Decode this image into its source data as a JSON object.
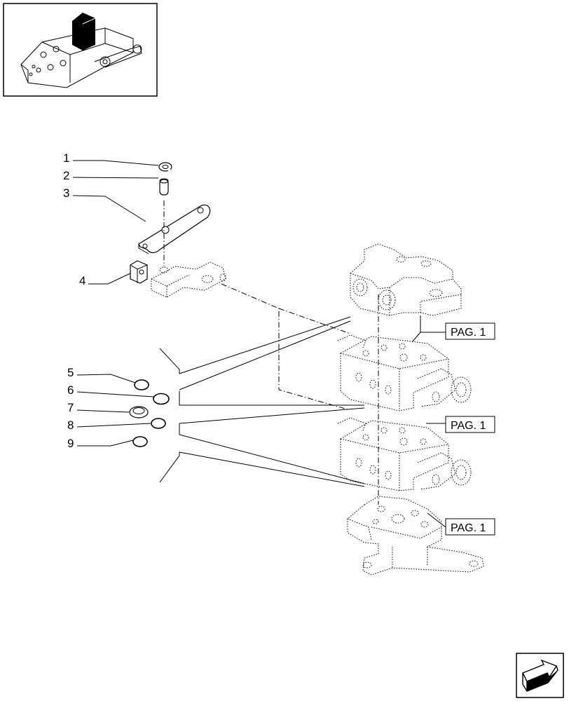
{
  "callouts": [
    {
      "number": "1"
    },
    {
      "number": "2"
    },
    {
      "number": "3"
    },
    {
      "number": "4"
    },
    {
      "number": "5"
    },
    {
      "number": "6"
    },
    {
      "number": "7"
    },
    {
      "number": "8"
    },
    {
      "number": "9"
    }
  ],
  "page_refs": [
    {
      "label": "PAG. 1"
    },
    {
      "label": "PAG. 1"
    },
    {
      "label": "PAG. 1"
    }
  ],
  "icons": {
    "thumbnail": "lift-housing-thumbnail-icon",
    "next_page": "next-page-arrow-icon"
  }
}
